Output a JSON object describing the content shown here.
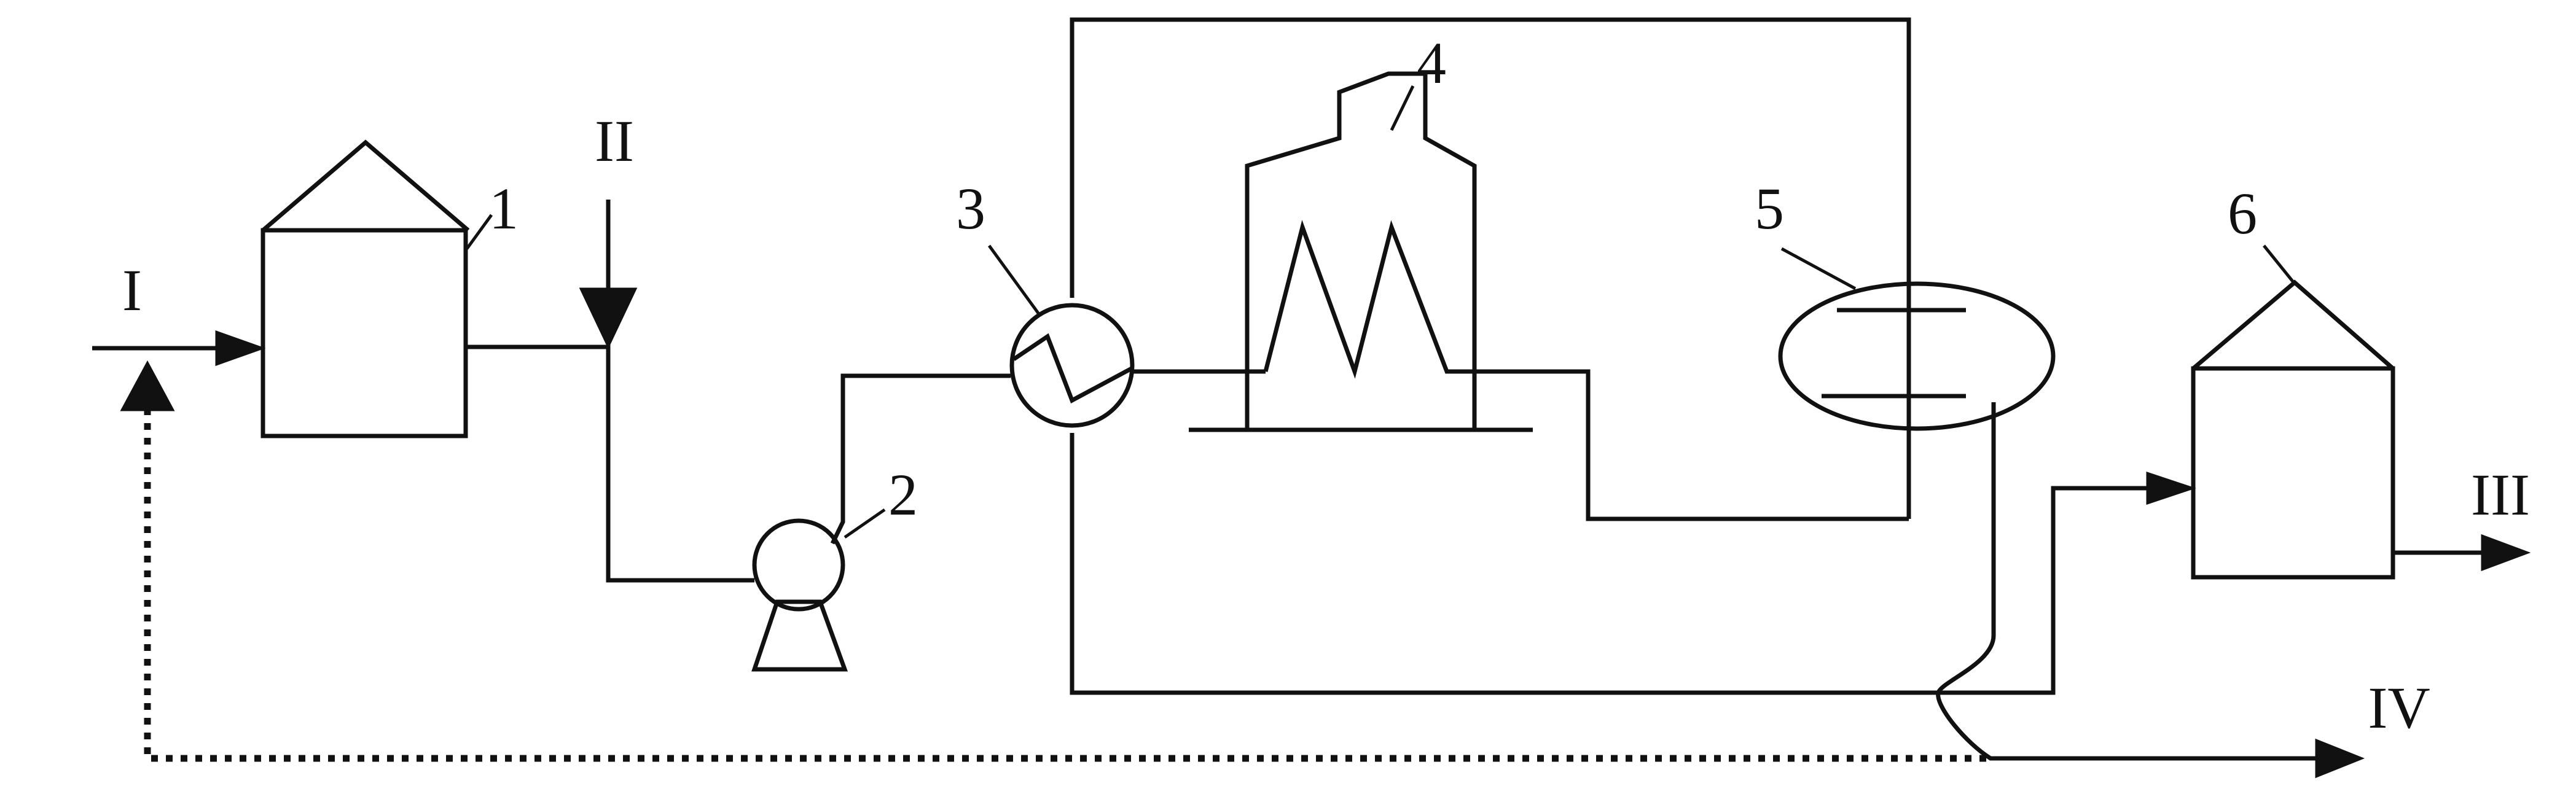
{
  "labels": {
    "stream_i": "I",
    "stream_ii": "II",
    "stream_iii": "III",
    "stream_iv": "IV",
    "unit_1": "1",
    "unit_2": "2",
    "unit_3": "3",
    "unit_4": "4",
    "unit_5": "5",
    "unit_6": "6"
  }
}
